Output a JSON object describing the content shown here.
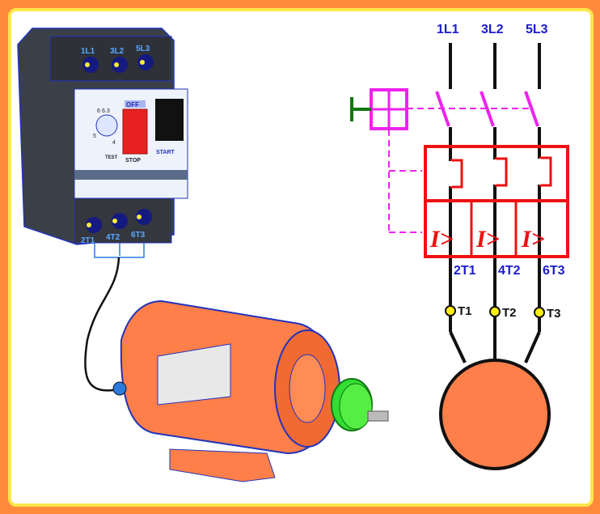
{
  "device": {
    "top_terminals": [
      "1L1",
      "3L2",
      "5L3"
    ],
    "bottom_terminals": [
      "2T1",
      "4T2",
      "6T3"
    ],
    "off_label": "OFF",
    "stop_label": "STOP",
    "start_label": "START",
    "test_label": "TEST",
    "dial_labels": [
      "6",
      "6.3",
      "5",
      "4"
    ]
  },
  "schematic": {
    "supply_labels": [
      "1L1",
      "3L2",
      "5L3"
    ],
    "output_labels": [
      "2T1",
      "4T2",
      "6T3"
    ],
    "motor_terminals": [
      "T1",
      "T2",
      "T3"
    ],
    "magnetic_trip_symbol": "I>"
  },
  "colors": {
    "background": "#ff8a3c",
    "frame_border": "#ffe64a",
    "label_blue": "#1a1ad0",
    "trip_red": "#ee1111",
    "linkage_magenta": "#ee22ee",
    "actuator_green": "#117711",
    "motor_orange": "#ff7f4a"
  }
}
